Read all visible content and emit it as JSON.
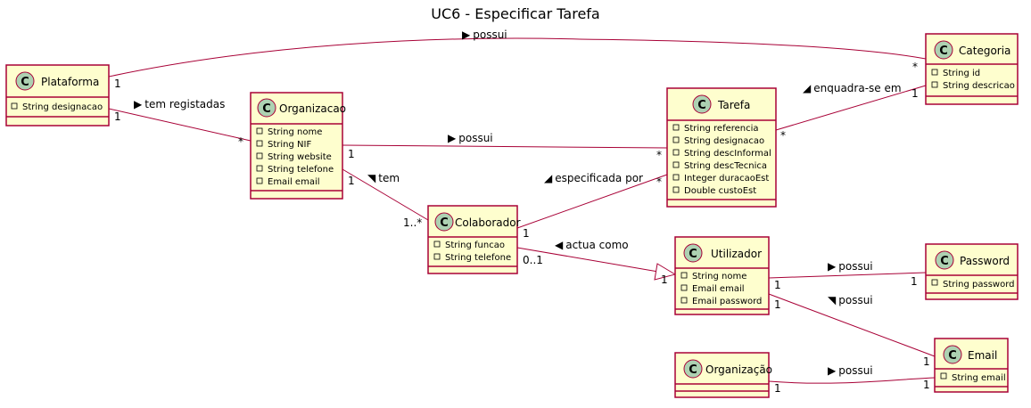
{
  "title": "UC6 - Especificar Tarefa",
  "classes": {
    "plataforma": {
      "name": "Plataforma",
      "attributes": [
        "String designacao"
      ]
    },
    "organizacao": {
      "name": "Organizacao",
      "attributes": [
        "String nome",
        "String NIF",
        "String website",
        "String telefone",
        "Email email"
      ]
    },
    "tarefa": {
      "name": "Tarefa",
      "attributes": [
        "String referencia",
        "String designacao",
        "String descInformal",
        "String descTecnica",
        "Integer duracaoEst",
        "Double custoEst"
      ]
    },
    "categoria": {
      "name": "Categoria",
      "attributes": [
        "String id",
        "String descricao"
      ]
    },
    "colaborador": {
      "name": "Colaborador",
      "attributes": [
        "String funcao",
        "String telefone"
      ]
    },
    "utilizador": {
      "name": "Utilizador",
      "attributes": [
        "String nome",
        "Email email",
        "Email password"
      ]
    },
    "password": {
      "name": "Password",
      "attributes": [
        "String password"
      ]
    },
    "email": {
      "name": "Email",
      "attributes": [
        "String email"
      ]
    },
    "organizacao2": {
      "name": "Organização",
      "attributes": []
    }
  },
  "associations": {
    "plat_cat": {
      "label": "possui",
      "arrow": "right",
      "from_mult": "1",
      "to_mult": "*"
    },
    "plat_org": {
      "label": "tem registadas",
      "arrow": "right",
      "from_mult": "1",
      "to_mult": "*"
    },
    "org_tarefa": {
      "label": "possui",
      "arrow": "right",
      "from_mult": "1",
      "to_mult": "*"
    },
    "tarefa_cat": {
      "label": "enquadra-se em",
      "arrow": "right",
      "from_mult": "*",
      "to_mult": "1"
    },
    "org_colab": {
      "label": "tem",
      "arrow": "right",
      "from_mult": "1",
      "to_mult": "1..*"
    },
    "colab_tarefa": {
      "label": "especificada por",
      "arrow": "left",
      "from_mult": "1",
      "to_mult": "*"
    },
    "colab_util": {
      "label": "actua como",
      "arrow": "left",
      "from_mult": "0..1",
      "to_mult": "1"
    },
    "util_pass": {
      "label": "possui",
      "arrow": "right",
      "from_mult": "1",
      "to_mult": "1"
    },
    "util_email": {
      "label": "possui",
      "arrow": "right",
      "from_mult": "1",
      "to_mult": "1"
    },
    "org2_email": {
      "label": "possui",
      "arrow": "right",
      "from_mult": "1",
      "to_mult": "1"
    }
  },
  "colors": {
    "class_fill": "#FEFECE",
    "border": "#A80036",
    "circle": "#ADD1B2"
  },
  "icons": {
    "class_marker": "class-c-icon",
    "attribute_marker": "private-square-icon"
  }
}
